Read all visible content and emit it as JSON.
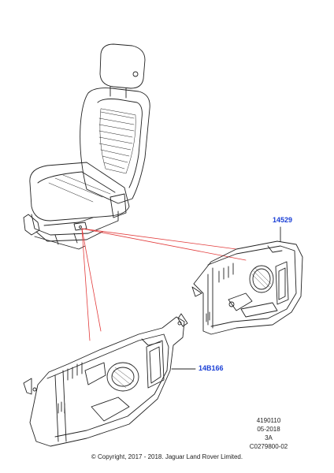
{
  "parts": [
    {
      "number": "14529"
    },
    {
      "number": "14B166"
    }
  ],
  "reference": {
    "lines": [
      "4190110",
      "05-2018",
      "3A",
      "C0279800-02"
    ]
  },
  "copyright": "© Copyright, 2017 - 2018. Jaguar Land Rover Limited.",
  "colors": {
    "line": "#222222",
    "callout_red": "#e23b3b",
    "label_blue": "#1a3fd6"
  }
}
